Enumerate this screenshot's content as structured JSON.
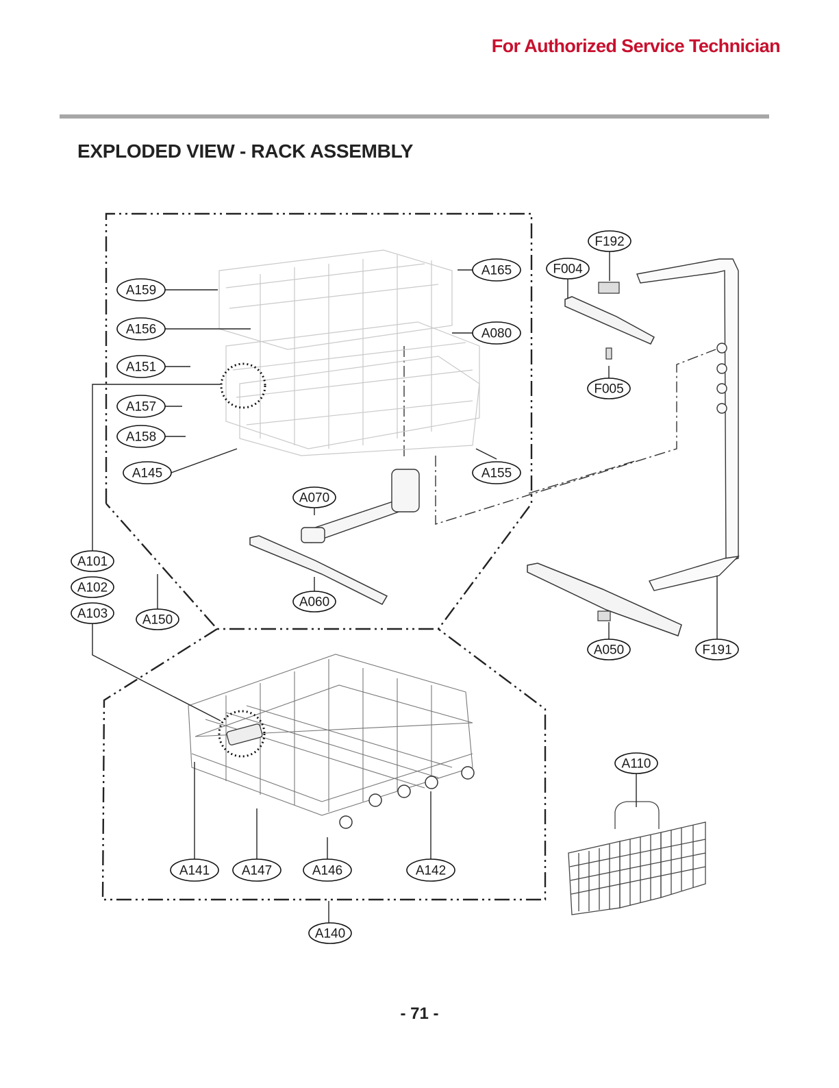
{
  "header": {
    "note": "For Authorized Service Technician"
  },
  "page": {
    "title": "EXPLODED VIEW - RACK ASSEMBLY",
    "number": "- 71 -"
  },
  "callouts": {
    "F192": "F192",
    "F004": "F004",
    "A165": "A165",
    "A159": "A159",
    "A156": "A156",
    "A080": "A080",
    "A151": "A151",
    "F005": "F005",
    "A157": "A157",
    "A158": "A158",
    "A145": "A145",
    "A155": "A155",
    "A070": "A070",
    "A101": "A101",
    "A102": "A102",
    "A103": "A103",
    "A150": "A150",
    "A060": "A060",
    "A050": "A050",
    "F191": "F191",
    "A110": "A110",
    "A141": "A141",
    "A147": "A147",
    "A146": "A146",
    "A142": "A142",
    "A140": "A140"
  },
  "colors": {
    "accent": "#c8102e",
    "rule": "#a7a7a7",
    "ink": "#1a1a1a"
  }
}
